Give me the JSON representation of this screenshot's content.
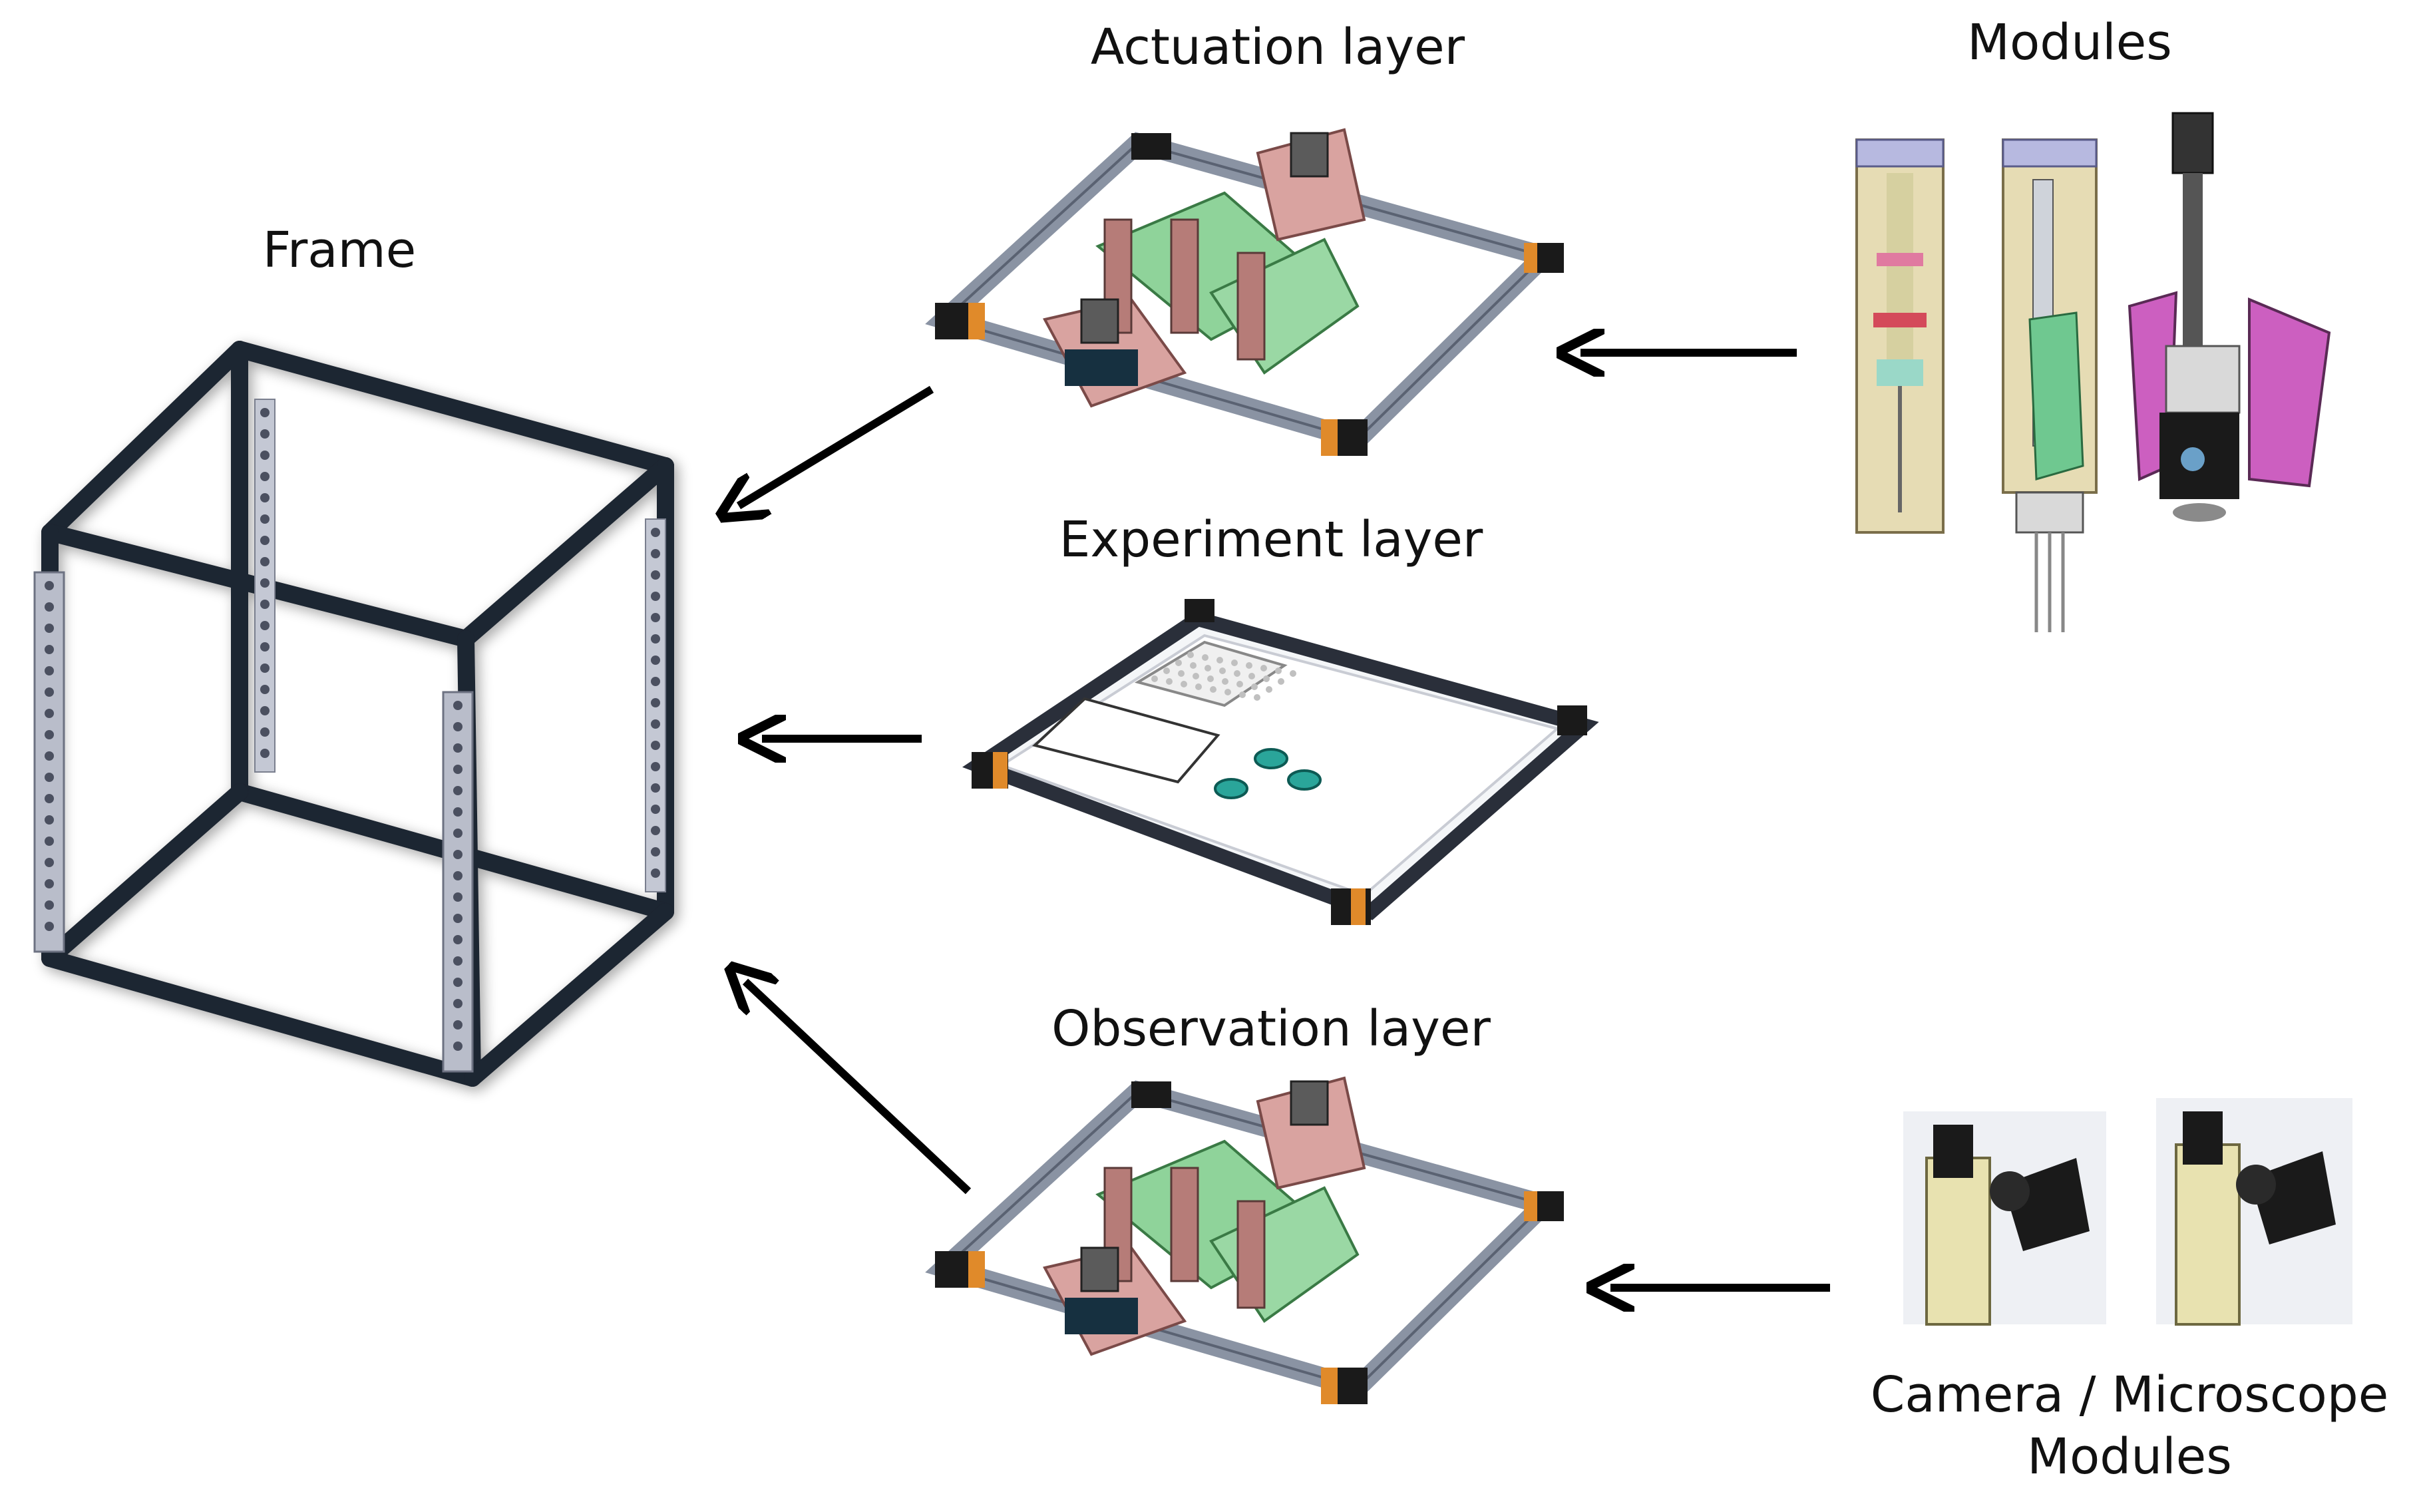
{
  "labels": {
    "frame": "Frame",
    "actuation_layer": "Actuation layer",
    "modules": "Modules",
    "experiment_layer": "Experiment layer",
    "observation_layer": "Observation layer",
    "camera_line1": "Camera / Microscope",
    "camera_line2": "Modules"
  },
  "colors": {
    "frame_bar": "#1f2530",
    "rail": "#8a93a3",
    "corner_orange": "#e08a2a",
    "plate_pink": "#d9a3a0",
    "plate_green": "#8fd39a",
    "module_beige": "#e6dcb4",
    "camera_body": "#1a1a1a",
    "camera_holder": "#e8e2b0",
    "arrow": "#000000",
    "petri": "#2aa59a"
  }
}
